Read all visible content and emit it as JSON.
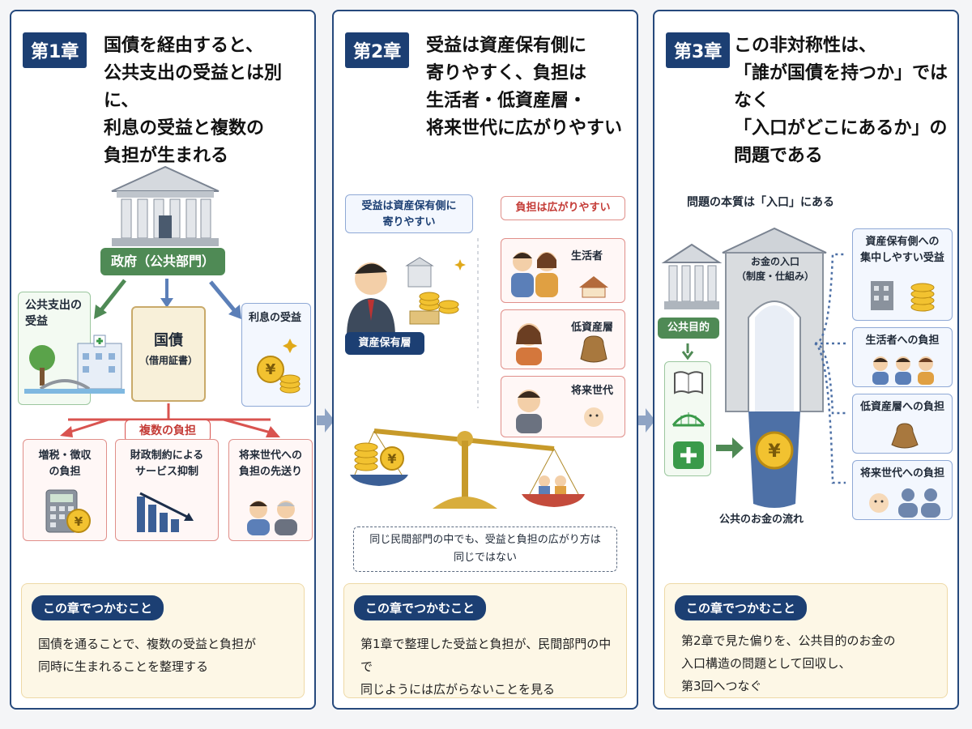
{
  "chapter1": {
    "badge": "第1章",
    "title_lines": [
      "国債を経由すると、",
      "公共支出の受益とは別に、",
      "利息の受益と複数の",
      "負担が生まれる"
    ],
    "government_label": "政府（公共部門）",
    "bond_label": "国債",
    "bond_sub": "（借用証書）",
    "public_benefit_lines": [
      "公共支出の",
      "受益"
    ],
    "interest_benefit": "利息の受益",
    "multi_burden": "複数の負担",
    "burdens": [
      {
        "lines": [
          "増税・徴収",
          "の負担"
        ]
      },
      {
        "lines": [
          "財政制約による",
          "サービス抑制"
        ]
      },
      {
        "lines": [
          "将来世代への",
          "負担の先送り"
        ]
      }
    ],
    "summary_label": "この章でつかむこと",
    "summary_lines": [
      "国債を通ることで、複数の受益と負担が",
      "同時に生まれることを整理する"
    ]
  },
  "chapter2": {
    "badge": "第2章",
    "title_lines": [
      "受益は資産保有側に",
      "寄りやすく、負担は",
      "生活者・低資産層・",
      "将来世代に広がりやすい"
    ],
    "benefit_box_lines": [
      "受益は資産保有側に",
      "寄りやすい"
    ],
    "asset_holder": "資産保有層",
    "burden_box": "負担は広がりやすい",
    "groups": [
      "生活者",
      "低資産層",
      "将来世代"
    ],
    "note_lines": [
      "同じ民間部門の中でも、受益と負担の広がり方は",
      "同じではない"
    ],
    "summary_label": "この章でつかむこと",
    "summary_lines": [
      "第1章で整理した受益と負担が、民間部門の中で",
      "同じようには広がらないことを見る"
    ]
  },
  "chapter3": {
    "badge": "第3章",
    "title_lines": [
      "この非対称性は、",
      "「誰が国債を持つか」ではなく",
      "「入口がどこにあるか」の",
      "問題である"
    ],
    "essence": "問題の本質は「入口」にある",
    "public_purpose": "公共目的",
    "gate_lines": [
      "お金の入口",
      "（制度・仕組み）"
    ],
    "flow_label": "公共のお金の流れ",
    "outcomes": [
      {
        "lines": [
          "資産保有側への",
          "集中しやすい受益"
        ]
      },
      {
        "lines": [
          "生活者への負担"
        ]
      },
      {
        "lines": [
          "低資産層への負担"
        ]
      },
      {
        "lines": [
          "将来世代への負担"
        ]
      }
    ],
    "summary_label": "この章でつかむこと",
    "summary_lines": [
      "第2章で見た偏りを、公共目的のお金の",
      "入口構造の問題として回収し、",
      "第3回へつなぐ"
    ]
  },
  "colors": {
    "navy": "#1c3f73",
    "green": "#4f8a55",
    "red": "#d9534f",
    "gold": "#e0a91a"
  }
}
